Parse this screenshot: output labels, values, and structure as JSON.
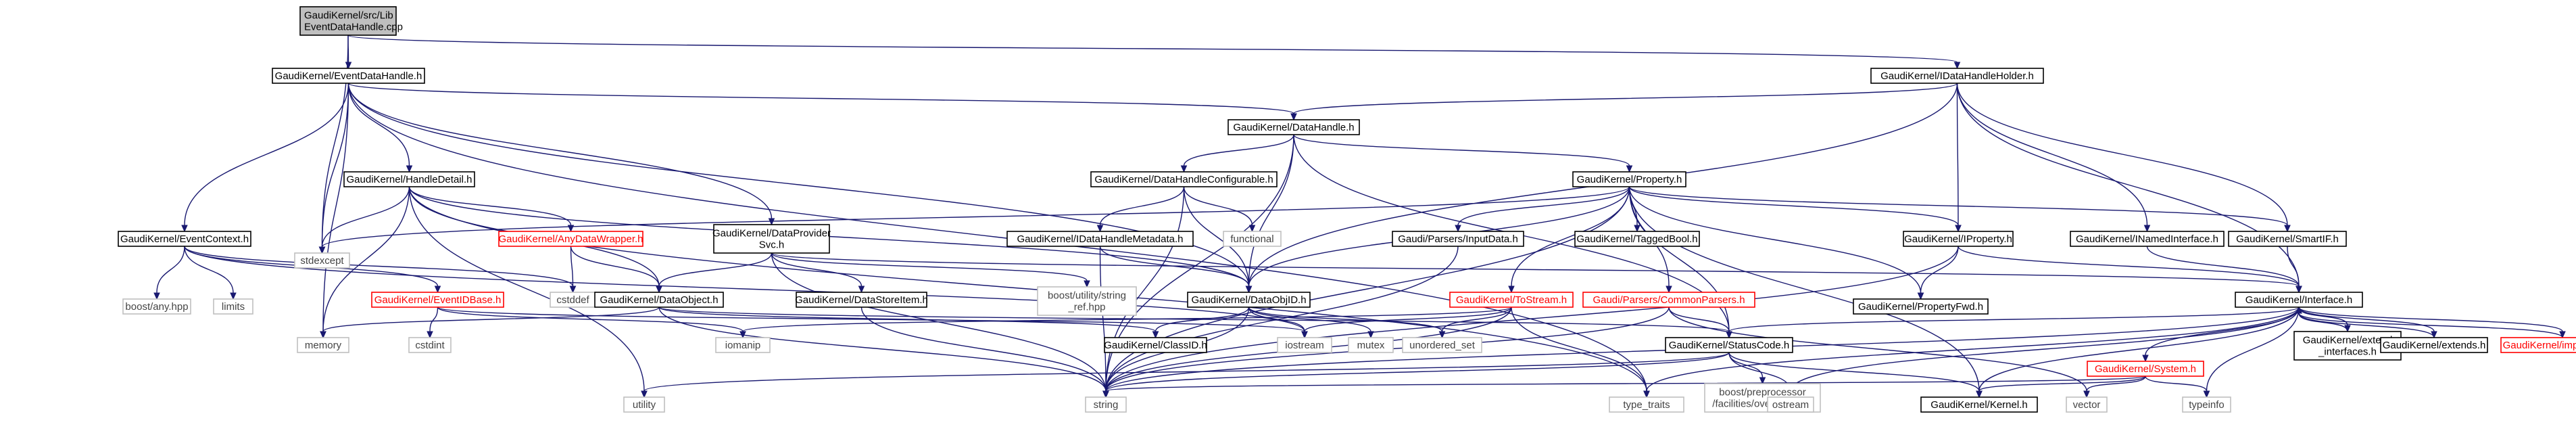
{
  "colors": {
    "edge": "#191970",
    "root_fill": "#bfbfbf",
    "node_border": "#000000",
    "incomplete_border": "#ff0000",
    "external_border": "#bfbfbf"
  },
  "nodes": {
    "root": [
      "GaudiKernel/src/Lib",
      "EventDataHandle.cpp"
    ],
    "EventDataHandle": [
      "GaudiKernel/EventDataHandle.h"
    ],
    "IDataHandleHolder": [
      "GaudiKernel/IDataHandleHolder.h"
    ],
    "DataHandle": [
      "GaudiKernel/DataHandle.h"
    ],
    "HandleDetail": [
      "GaudiKernel/HandleDetail.h"
    ],
    "DataHandleConfigurable": [
      "GaudiKernel/DataHandleConfigurable.h"
    ],
    "Property": [
      "GaudiKernel/Property.h"
    ],
    "EventContext": [
      "GaudiKernel/EventContext.h"
    ],
    "AnyDataWrapper": [
      "GaudiKernel/AnyDataWrapper.h"
    ],
    "DataProviderSvc": [
      "GaudiKernel/DataProvider",
      "Svc.h"
    ],
    "IDataHandleMetadata": [
      "GaudiKernel/IDataHandleMetadata.h"
    ],
    "functional": [
      "functional"
    ],
    "InputData": [
      "Gaudi/Parsers/InputData.h"
    ],
    "TaggedBool": [
      "GaudiKernel/TaggedBool.h"
    ],
    "IProperty": [
      "GaudiKernel/IProperty.h"
    ],
    "INamedInterface": [
      "GaudiKernel/INamedInterface.h"
    ],
    "SmartIF": [
      "GaudiKernel/SmartIF.h"
    ],
    "stdexcept": [
      "stdexcept"
    ],
    "boost_any": [
      "boost/any.hpp"
    ],
    "limits": [
      "limits"
    ],
    "EventIDBase": [
      "GaudiKernel/EventIDBase.h"
    ],
    "cstddef": [
      "cstddef"
    ],
    "DataObject": [
      "GaudiKernel/DataObject.h"
    ],
    "DataStoreItem": [
      "GaudiKernel/DataStoreItem.h"
    ],
    "boost_string_ref": [
      "boost/utility/string",
      "_ref.hpp"
    ],
    "DataObjID": [
      "GaudiKernel/DataObjID.h"
    ],
    "ToStream": [
      "GaudiKernel/ToStream.h"
    ],
    "CommonParsers": [
      "Gaudi/Parsers/CommonParsers.h"
    ],
    "PropertyFwd": [
      "GaudiKernel/PropertyFwd.h"
    ],
    "Interface": [
      "GaudiKernel/Interface.h"
    ],
    "cstdint": [
      "cstdint"
    ],
    "memory": [
      "memory"
    ],
    "iomanip": [
      "iomanip"
    ],
    "ClassID": [
      "GaudiKernel/ClassID.h"
    ],
    "iostream": [
      "iostream"
    ],
    "mutex": [
      "mutex"
    ],
    "unordered_set": [
      "unordered_set"
    ],
    "StatusCode": [
      "GaudiKernel/StatusCode.h"
    ],
    "extend_interfaces": [
      "GaudiKernel/extend",
      "_interfaces.h"
    ],
    "extends": [
      "GaudiKernel/extends.h"
    ],
    "implements": [
      "GaudiKernel/implements.h"
    ],
    "System": [
      "GaudiKernel/System.h"
    ],
    "utility": [
      "utility"
    ],
    "string": [
      "string"
    ],
    "type_traits": [
      "type_traits"
    ],
    "boost_preprocessor": [
      "boost/preprocessor",
      "/facilities/overload.hpp"
    ],
    "ostream": [
      "ostream"
    ],
    "Kernel": [
      "GaudiKernel/Kernel.h"
    ],
    "vector": [
      "vector"
    ],
    "typeinfo": [
      "typeinfo"
    ]
  }
}
